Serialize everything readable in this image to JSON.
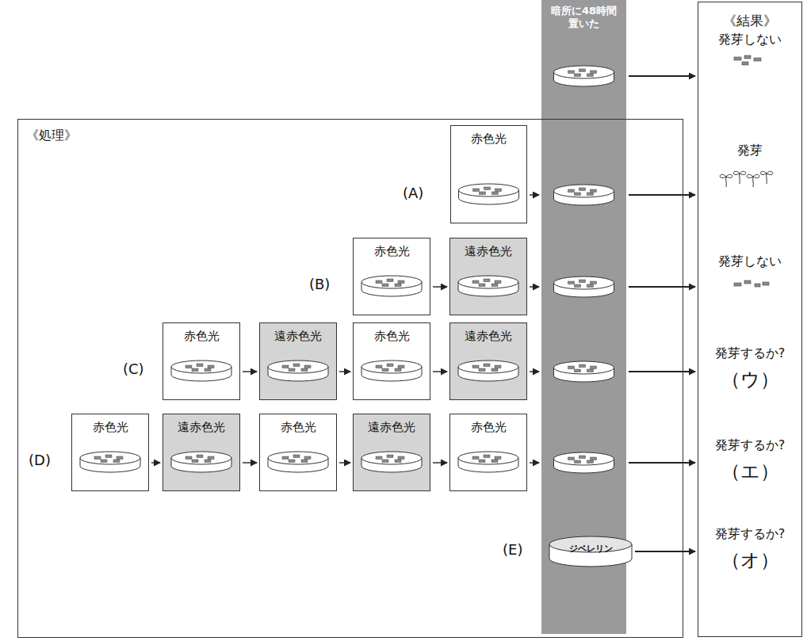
{
  "diagram": {
    "nodes": [
      {
        "text": [
          "暗所に48時間 置いた"
        ]
      },
      {
        "text": [
          "《結果》"
        ]
      },
      {
        "text": [
          "《処理》"
        ]
      },
      {
        "text": [
          "赤色光"
        ],
        "in": 2
      },
      {
        "text": [
          "赤色光"
        ],
        "in": 2
      },
      {
        "text": [
          "遠赤色光"
        ],
        "in": 2
      },
      {
        "text": [
          "赤色光"
        ],
        "in": 2
      },
      {
        "text": [
          "遠赤色光"
        ],
        "in": 2
      },
      {
        "text": [
          "赤色光"
        ],
        "in": 2
      },
      {
        "text": [
          "遠赤色光"
        ],
        "in": 2
      },
      {
        "text": [
          "赤色光"
        ],
        "in": 2
      },
      {
        "text": [
          "遠赤色光"
        ],
        "in": 2
      },
      {
        "text": [
          "赤色光"
        ],
        "in": 2
      },
      {
        "text": [
          "遠赤色光"
        ],
        "in": 2
      },
      {
        "text": [
          "赤色光"
        ],
        "in": 2
      },
      {
        "text": [
          "ジベレリン"
        ],
        "in": 0
      }
    ],
    "edges": [
      {
        "from": 3,
        "to": 0,
        "arrow": "to"
      },
      {
        "from": 4,
        "to": 5,
        "arrow": "to"
      },
      {
        "from": 5,
        "to": 0,
        "arrow": "to"
      },
      {
        "from": 6,
        "to": 7,
        "arrow": "to"
      },
      {
        "from": 7,
        "to": 8,
        "arrow": "to"
      },
      {
        "from": 8,
        "to": 9,
        "arrow": "to"
      },
      {
        "from": 9,
        "to": 0,
        "arrow": "to"
      },
      {
        "from": 10,
        "to": 11,
        "arrow": "to"
      },
      {
        "from": 11,
        "to": 12,
        "arrow": "to"
      },
      {
        "from": 12,
        "to": 13,
        "arrow": "to"
      },
      {
        "from": 13,
        "to": 14,
        "arrow": "to"
      },
      {
        "from": 14,
        "to": 0,
        "arrow": "to"
      },
      {
        "from": 0,
        "to": 1,
        "arrow": "to"
      },
      {
        "from": 0,
        "to": 1,
        "arrow": "to"
      },
      {
        "from": 0,
        "to": 1,
        "arrow": "to"
      },
      {
        "from": 0,
        "to": 1,
        "arrow": "to"
      },
      {
        "from": 0,
        "to": 1,
        "arrow": "to"
      },
      {
        "from": 15,
        "to": 1,
        "arrow": "to"
      }
    ],
    "labels": [
      "(A)",
      "(B)",
      "(C)",
      "(D)",
      "(E)",
      "発芽しない",
      "発芽",
      "発芽しない",
      "発芽するか?",
      "（ウ）",
      "発芽するか?",
      "（エ）",
      "発芽するか?",
      "（オ）"
    ]
  }
}
